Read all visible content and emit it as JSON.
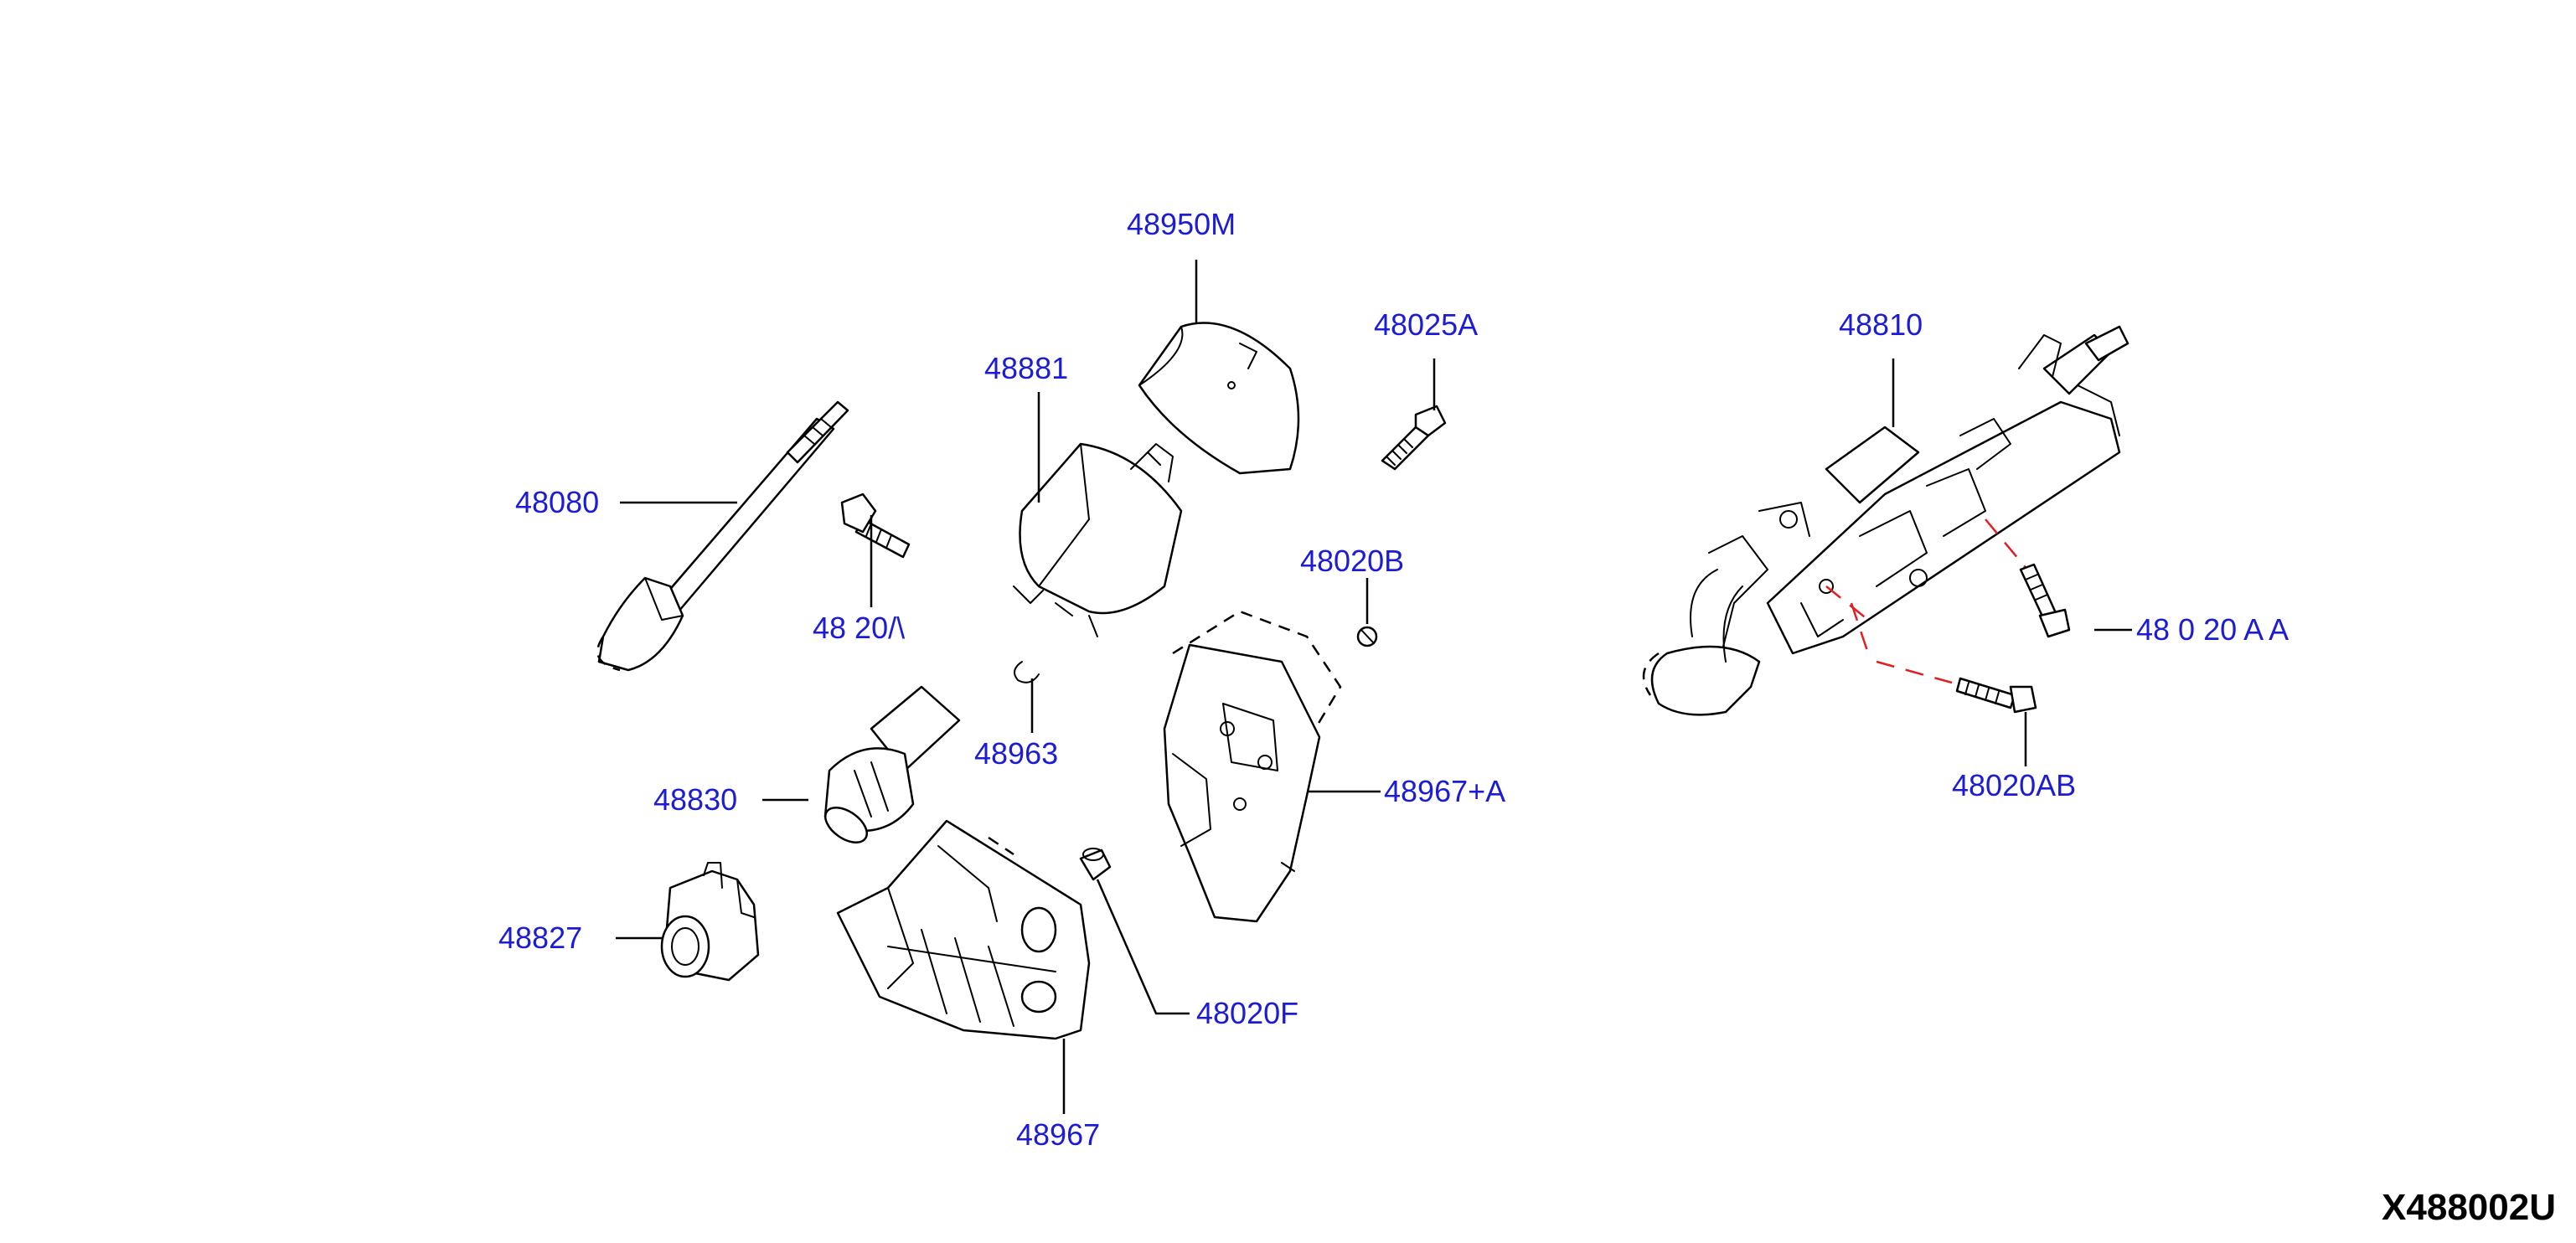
{
  "colors": {
    "label": "#1c1cd6",
    "line": "#000000",
    "highlight": "#e02020",
    "background": "#ffffff"
  },
  "labels": {
    "p48950M": "48950M",
    "p48881": "48881",
    "p48025A": "48025A",
    "p48080": "48080",
    "p48020A_left": "48 20/\\",
    "p48020B": "48020B",
    "p48963": "48963",
    "p48830": "48830",
    "p48967A": "48967+A",
    "p48827": "48827",
    "p48020F": "48020F",
    "p48967": "48967",
    "p48810": "48810",
    "p48020A_right": "48 0 20 A A",
    "p48020AB": "48020AB"
  },
  "diagram_code": "X488002U"
}
